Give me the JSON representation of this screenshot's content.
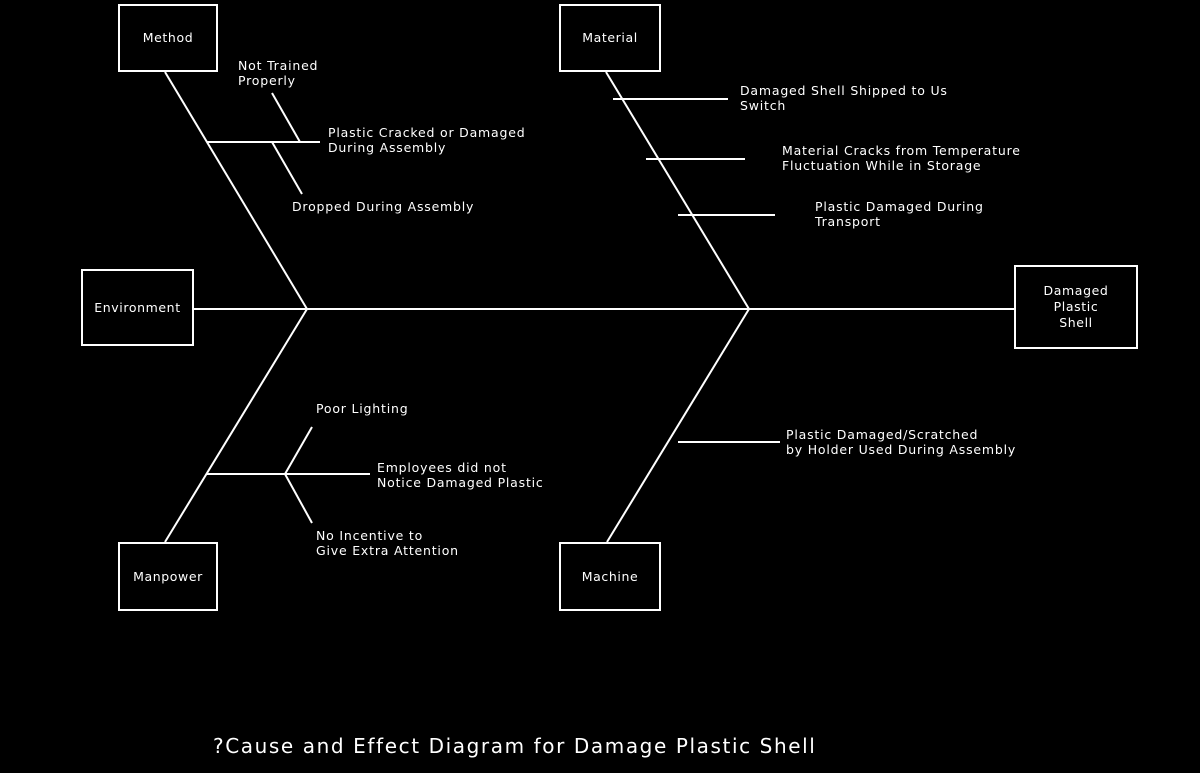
{
  "categories": {
    "method": "Method",
    "material": "Material",
    "environment": "Environment",
    "manpower": "Manpower",
    "machine": "Machine"
  },
  "effect": "Damaged\nPlastic\nShell",
  "causes": {
    "method": {
      "main": "Plastic Cracked or Damaged\nDuring Assembly",
      "sub1": "Not Trained\nProperly",
      "sub2": "Dropped During Assembly"
    },
    "material": [
      "Damaged Shell Shipped to Us\nSwitch",
      "Material Cracks from Temperature\nFluctuation While in Storage",
      "Plastic Damaged During\nTransport"
    ],
    "machine": [
      "Plastic Damaged/Scratched\nby Holder Used During Assembly"
    ],
    "manpower": {
      "sub1": "Poor Lighting",
      "main": "Employees did not\nNotice Damaged Plastic",
      "sub2": "No Incentive to\nGive Extra Attention"
    }
  },
  "caption": "?Cause and Effect Diagram for Damage Plastic Shell",
  "colors": {
    "background": "#000000",
    "line": "#ffffff"
  }
}
